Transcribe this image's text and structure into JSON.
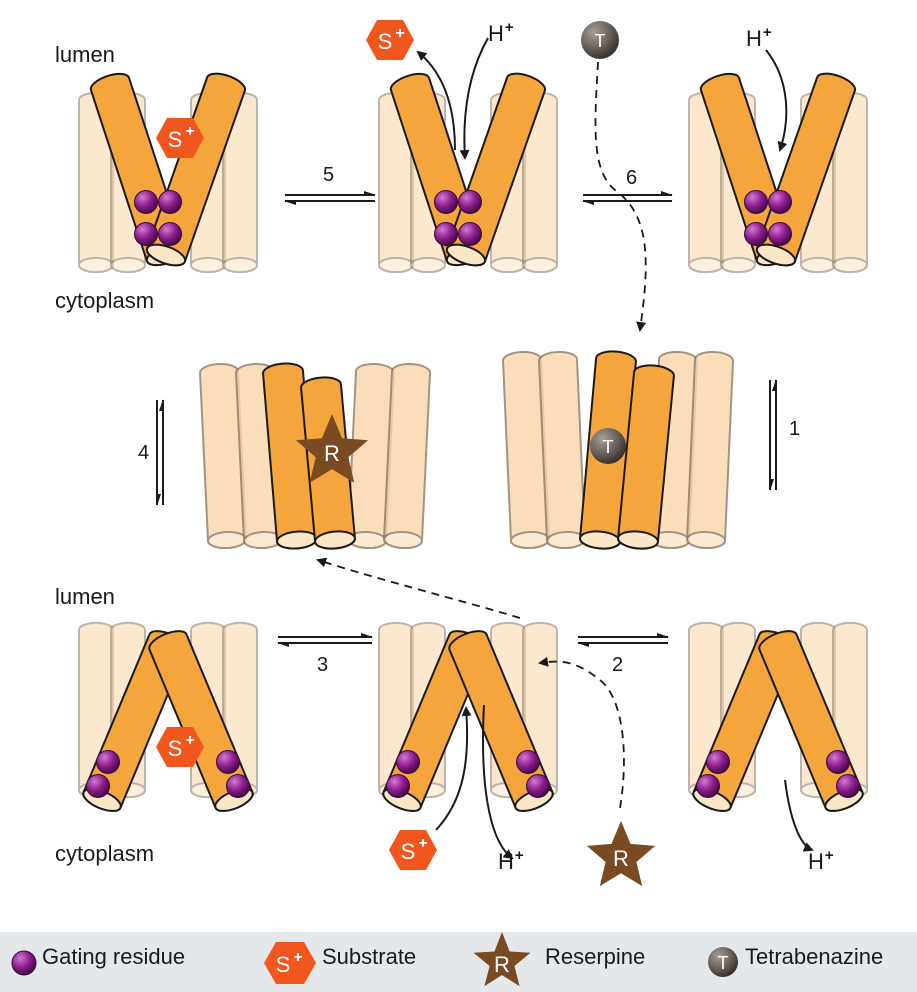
{
  "labels": {
    "lumen": "lumen",
    "cytoplasm": "cytoplasm"
  },
  "steps": [
    "1",
    "2",
    "3",
    "4",
    "5",
    "6"
  ],
  "ions": {
    "proton": "H",
    "proton_charge": "+",
    "substrate": "S",
    "substrate_charge": "+",
    "reserpine": "R",
    "tetrabenazine": "T"
  },
  "legend": {
    "gating": "Gating residue",
    "substrate": "Substrate",
    "reserpine": "Reserpine",
    "tetrabenazine": "Tetrabenazine"
  },
  "colors": {
    "helix": "#f4a63c",
    "helix_back": "#f9d7a9",
    "gating": "#8f1e8f",
    "substrate": "#f0561d",
    "reserpine": "#7a4a22",
    "tetrabenazine": "#6f6660",
    "legend_bg": "#e4e8ea"
  }
}
